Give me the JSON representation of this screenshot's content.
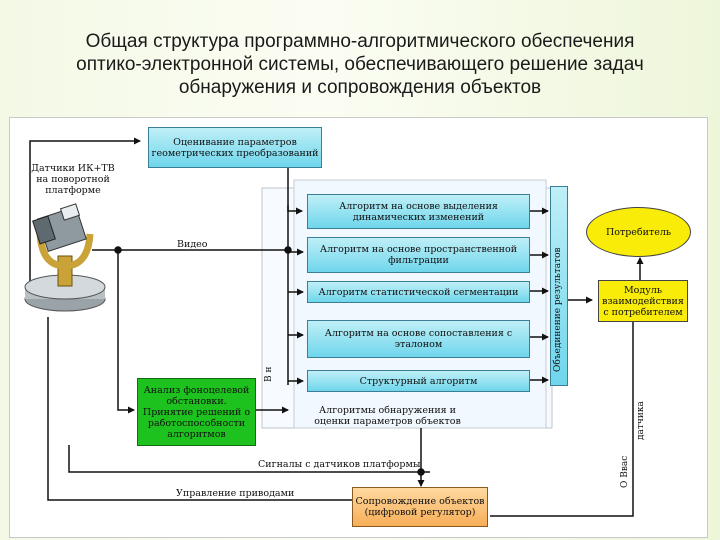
{
  "title_lines": [
    "Общая структура программно-алгоритмического обеспечения",
    "оптико-электронной системы, обеспечивающего решение задач",
    "обнаружения и сопровождения объектов"
  ],
  "boxes": {
    "estimation": "Оценивание параметров геометрических преобразований",
    "alg_dynamic": "Алгоритм на основе выделения динамических изменений",
    "alg_spatial": "Алгоритм на основе пространственной фильтрации",
    "alg_statistical": "Алгоритм статистической сегментации",
    "alg_template": "Алгоритм на основе сопоставления с эталоном",
    "alg_structural": "Структурный алгоритм",
    "background_analysis": "Анализ фоноцелевой обстановки. Принятие решений о работоспособности алгоритмов",
    "tracking": "Сопровождение объектов (цифровой регулятор)",
    "consumer": "Потребитель",
    "interaction_module": "Модуль взаимодействия с потребителем"
  },
  "labels": {
    "sensors": "Датчики ИК+ТВ на поворотной платформе",
    "video": "Видео",
    "algorithms_group": "Алгоритмы обнаружения и оценки параметров объектов",
    "platform_signals": "Сигналы с датчиков платформы",
    "drive_control": "Управление приводами",
    "results_merge": "Объединение результатов",
    "sensor_vertical": "датчика",
    "side_small": "В н",
    "bottom_right": "О Ввас"
  }
}
